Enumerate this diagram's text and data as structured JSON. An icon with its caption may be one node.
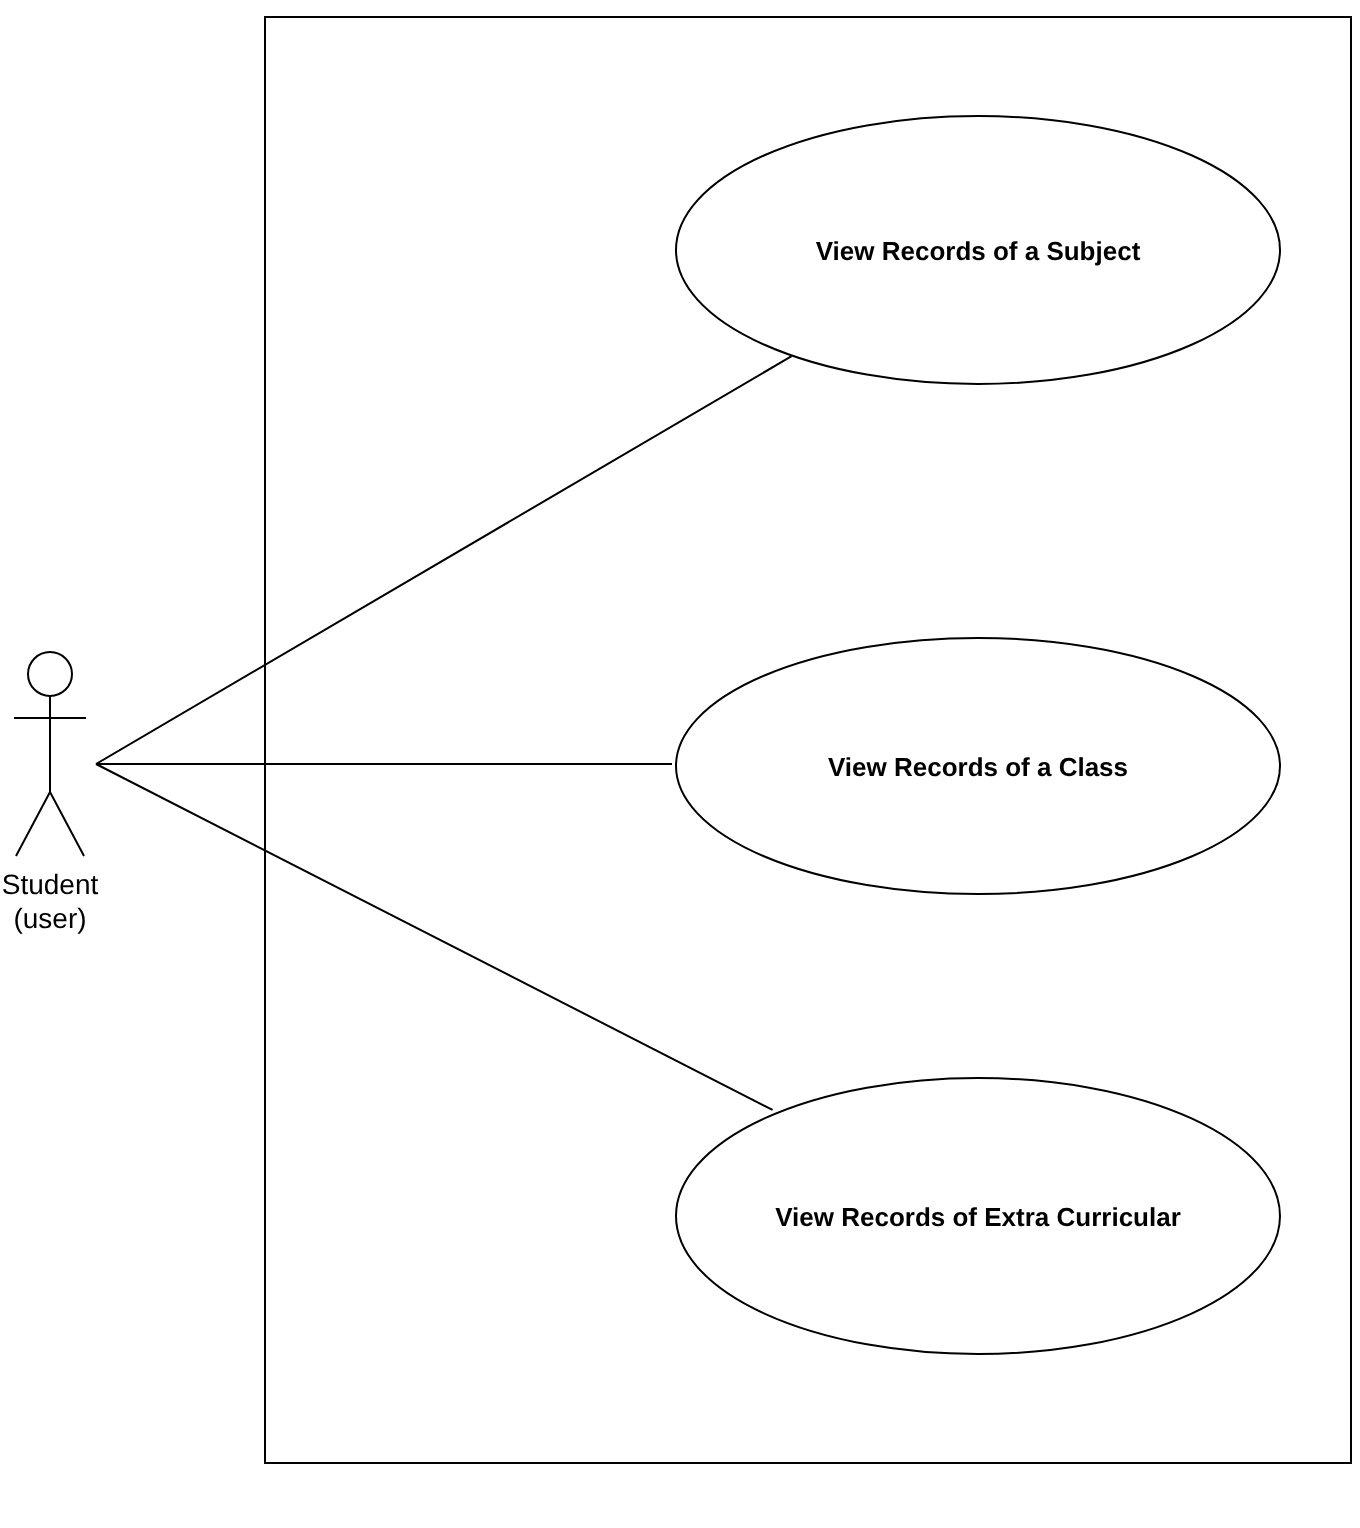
{
  "diagram": {
    "nodes": [
      {
        "text": [],
        "shape": "box"
      },
      {
        "text": [
          "Student (user)"
        ]
      },
      {
        "text": [
          "View Records of a Subject"
        ],
        "in": 0
      },
      {
        "text": [
          "View Records of a Class"
        ],
        "in": 0
      },
      {
        "text": [
          "View Records of Extra Curricular"
        ],
        "in": 0
      }
    ],
    "edges": [
      {
        "from": 1,
        "to": 2,
        "arrow": "none"
      },
      {
        "from": 1,
        "to": 3,
        "arrow": "none"
      },
      {
        "from": 1,
        "to": 4,
        "arrow": "none"
      }
    ]
  }
}
